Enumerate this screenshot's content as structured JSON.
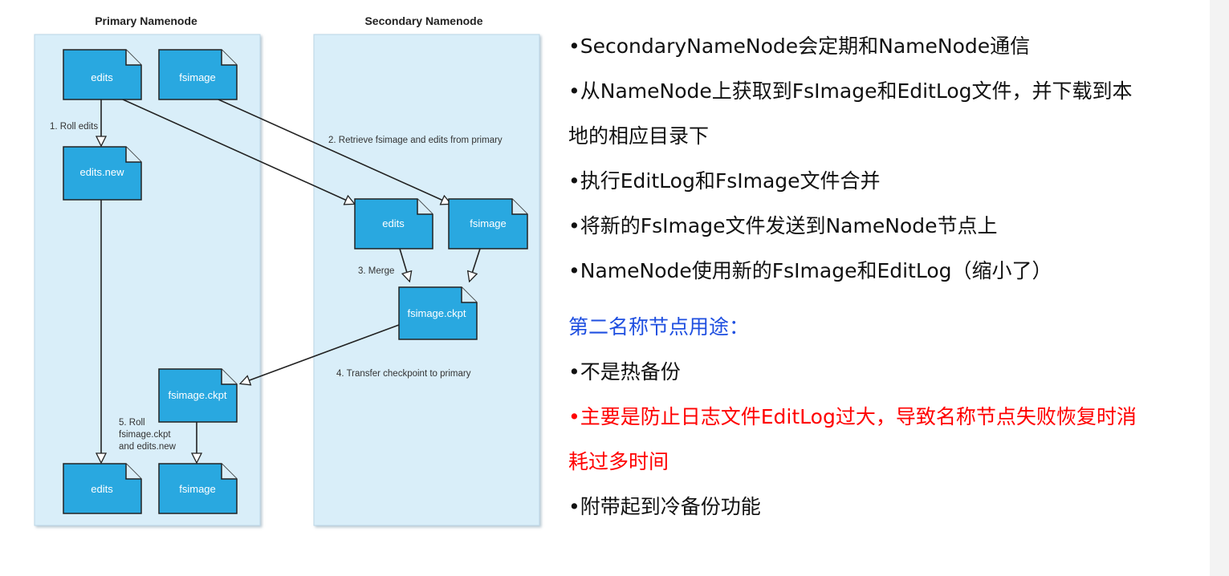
{
  "colors": {
    "panel_bg": "#d9eef9",
    "panel_border": "#bcd6e6",
    "doc_fill": "#29a8e0",
    "doc_stroke": "#222222",
    "arrow": "#222222",
    "heading_blue": "#1f4fe0",
    "emphasis_red": "#ff0000",
    "text": "#111111"
  },
  "diagram": {
    "primary_title": "Primary Namenode",
    "secondary_title": "Secondary Namenode",
    "docs": {
      "p_edits": "edits",
      "p_fsimage": "fsimage",
      "p_edits_new": "edits.new",
      "s_edits": "edits",
      "s_fsimage": "fsimage",
      "s_ckpt": "fsimage.ckpt",
      "p_ckpt": "fsimage.ckpt",
      "p_edits_final": "edits",
      "p_fsimage_final": "fsimage"
    },
    "steps": {
      "step1": "1. Roll edits",
      "step2": "2. Retrieve fsimage and edits from primary",
      "step3": "3. Merge",
      "step4": "4. Transfer checkpoint to primary",
      "step5_line1": "5. Roll",
      "step5_line2": "fsimage.ckpt",
      "step5_line3": "and edits.new"
    }
  },
  "text_panel": {
    "bullets": [
      "•SecondaryNameNode会定期和NameNode通信",
      "•从NameNode上获取到FsImage和EditLog文件，并下载到本地的相应目录下",
      "•执行EditLog和FsImage文件合并",
      "•将新的FsImage文件发送到NameNode节点上",
      "•NameNode使用新的FsImage和EditLog（缩小了）"
    ],
    "usage_title": "第二名称节点用途：",
    "usage_items": [
      "•不是热备份",
      "•主要是防止日志文件EditLog过大，导致名称节点失败恢复时消耗过多时间",
      "•附带起到冷备份功能"
    ]
  }
}
